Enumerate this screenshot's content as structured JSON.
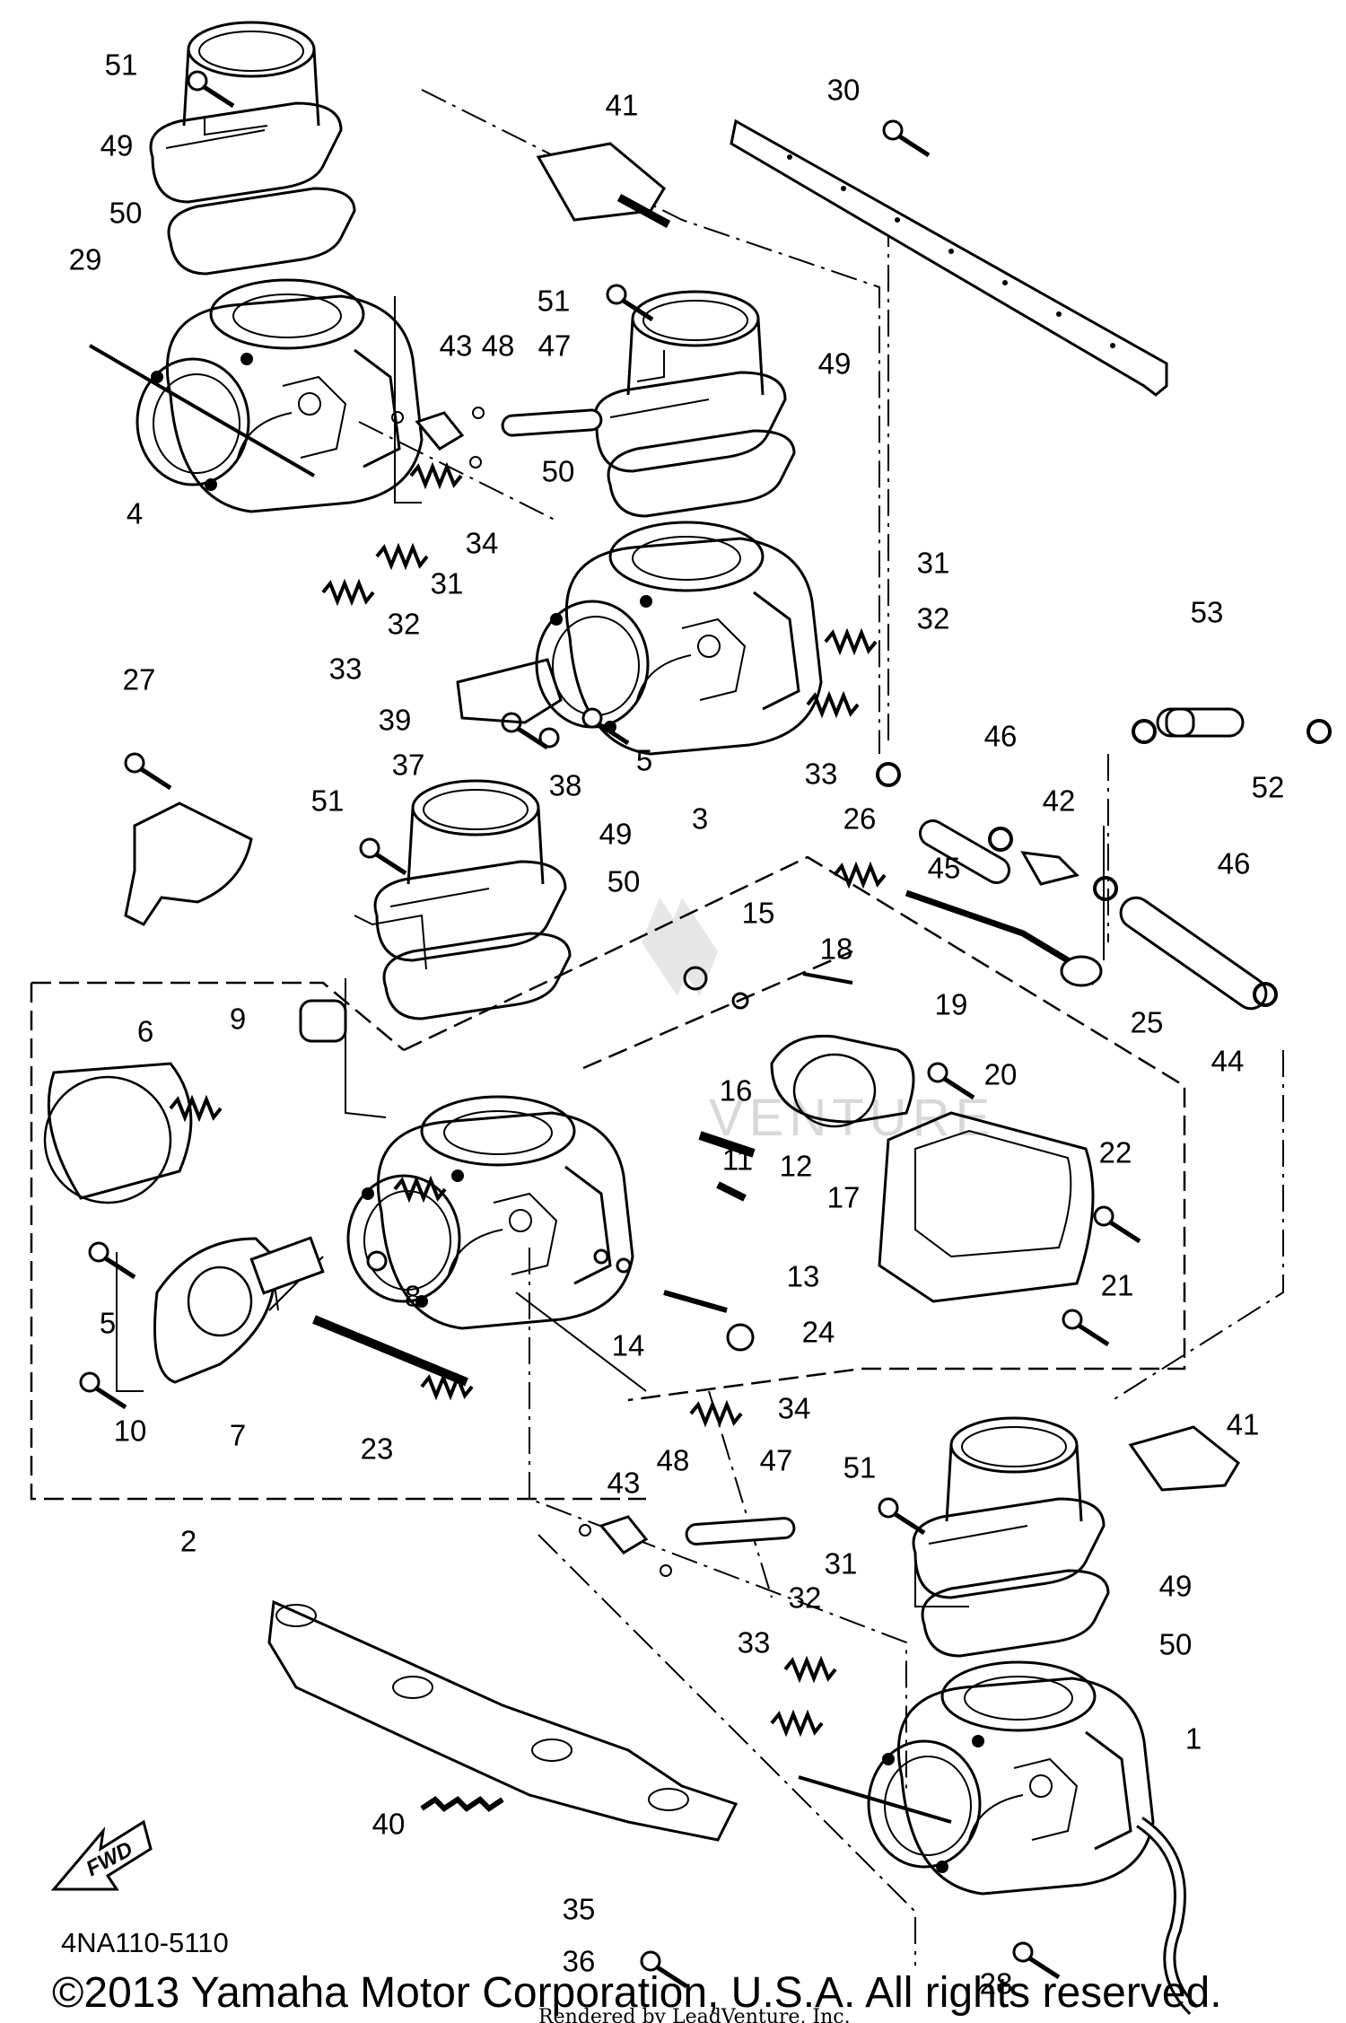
{
  "diagram": {
    "callouts": [
      {
        "label": "51"
      },
      {
        "label": "49"
      },
      {
        "label": "50"
      },
      {
        "label": "29"
      },
      {
        "label": "4"
      },
      {
        "label": "41"
      },
      {
        "label": "30"
      },
      {
        "label": "51"
      },
      {
        "label": "43"
      },
      {
        "label": "48"
      },
      {
        "label": "47"
      },
      {
        "label": "49"
      },
      {
        "label": "50"
      },
      {
        "label": "34"
      },
      {
        "label": "31"
      },
      {
        "label": "32"
      },
      {
        "label": "33"
      },
      {
        "label": "31"
      },
      {
        "label": "32"
      },
      {
        "label": "33"
      },
      {
        "label": "27"
      },
      {
        "label": "39"
      },
      {
        "label": "37"
      },
      {
        "label": "38"
      },
      {
        "label": "5"
      },
      {
        "label": "3"
      },
      {
        "label": "53"
      },
      {
        "label": "46"
      },
      {
        "label": "52"
      },
      {
        "label": "51"
      },
      {
        "label": "49"
      },
      {
        "label": "50"
      },
      {
        "label": "26"
      },
      {
        "label": "42"
      },
      {
        "label": "45"
      },
      {
        "label": "46"
      },
      {
        "label": "15"
      },
      {
        "label": "18"
      },
      {
        "label": "19"
      },
      {
        "label": "25"
      },
      {
        "label": "44"
      },
      {
        "label": "6"
      },
      {
        "label": "9"
      },
      {
        "label": "16"
      },
      {
        "label": "20"
      },
      {
        "label": "17"
      },
      {
        "label": "22"
      },
      {
        "label": "11"
      },
      {
        "label": "12"
      },
      {
        "label": "13"
      },
      {
        "label": "21"
      },
      {
        "label": "5"
      },
      {
        "label": "8"
      },
      {
        "label": "14"
      },
      {
        "label": "24"
      },
      {
        "label": "10"
      },
      {
        "label": "7"
      },
      {
        "label": "23"
      },
      {
        "label": "34"
      },
      {
        "label": "41"
      },
      {
        "label": "2"
      },
      {
        "label": "43"
      },
      {
        "label": "48"
      },
      {
        "label": "47"
      },
      {
        "label": "51"
      },
      {
        "label": "31"
      },
      {
        "label": "49"
      },
      {
        "label": "32"
      },
      {
        "label": "33"
      },
      {
        "label": "50"
      },
      {
        "label": "1"
      },
      {
        "label": "40"
      },
      {
        "label": "35"
      },
      {
        "label": "36"
      },
      {
        "label": "28"
      }
    ],
    "fwd_label": "FWD",
    "watermark": "VENTURE",
    "part_number": "4NA110-5110",
    "copyright": "©2013 Yamaha Motor Corporation, U.S.A. All rights reserved.",
    "rendered_by": "Rendered by LeadVenture, Inc."
  }
}
